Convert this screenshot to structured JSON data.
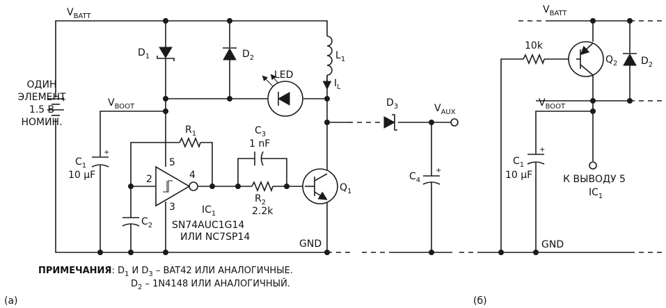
{
  "panel_a": {
    "rail_vbatt": "V",
    "rail_vbatt_sub": "BATT",
    "battery": {
      "line1": "ОДИН",
      "line2": "ЭЛЕМЕНТ",
      "line3": "1.5 В",
      "line4": "НОМИН.",
      "plus": "+"
    },
    "d1": "D",
    "d1_sub": "1",
    "d2": "D",
    "d2_sub": "2",
    "l1": "L",
    "l1_sub": "1",
    "led": "LED",
    "il": "I",
    "il_sub": "L",
    "vboot": "V",
    "vboot_sub": "BOOT",
    "r1": "R",
    "r1_sub": "1",
    "c3": "C",
    "c3_sub": "3",
    "c3_value": "1 nF",
    "c1": "C",
    "c1_sub": "1",
    "c1_value": "10 µF",
    "c1_plus": "+",
    "c2": "C",
    "c2_sub": "2",
    "pin2": "2",
    "pin3": "3",
    "pin4": "4",
    "pin5": "5",
    "ic1": "IC",
    "ic1_sub": "1",
    "ic1_part1": "SN74AUC1G14",
    "ic1_part2": "ИЛИ NC7SP14",
    "r2": "R",
    "r2_sub": "2",
    "r2_value": "2.2k",
    "q1": "Q",
    "q1_sub": "1",
    "d3": "D",
    "d3_sub": "3",
    "vaux": "V",
    "vaux_sub": "AUX",
    "c4": "C",
    "c4_sub": "4",
    "c4_plus": "+",
    "gnd": "GND",
    "label": "(a)"
  },
  "notes": {
    "heading": "ПРИМЕЧАНИЯ",
    "line1_a": ": D",
    "line1_sub1": "1",
    "line1_b": " И D",
    "line1_sub2": "3",
    "line1_c": " – BAT42 ИЛИ АНАЛОГИЧНЫЕ.",
    "line2_a": "D",
    "line2_sub": "2",
    "line2_b": " – 1N4148 ИЛИ АНАЛОГИЧНЫЙ."
  },
  "panel_b": {
    "rail_vbatt": "V",
    "rail_vbatt_sub": "BATT",
    "r_value": "10k",
    "q2": "Q",
    "q2_sub": "2",
    "d2": "D",
    "d2_sub": "2",
    "vboot": "V",
    "vboot_sub": "BOOT",
    "c1": "C",
    "c1_sub": "1",
    "c1_value": "10 µF",
    "c1_plus": "+",
    "to_pin_line1": "К ВЫВОДУ 5",
    "to_pin_ic": "IC",
    "to_pin_ic_sub": "1",
    "gnd": "GND",
    "label": "(б)"
  }
}
